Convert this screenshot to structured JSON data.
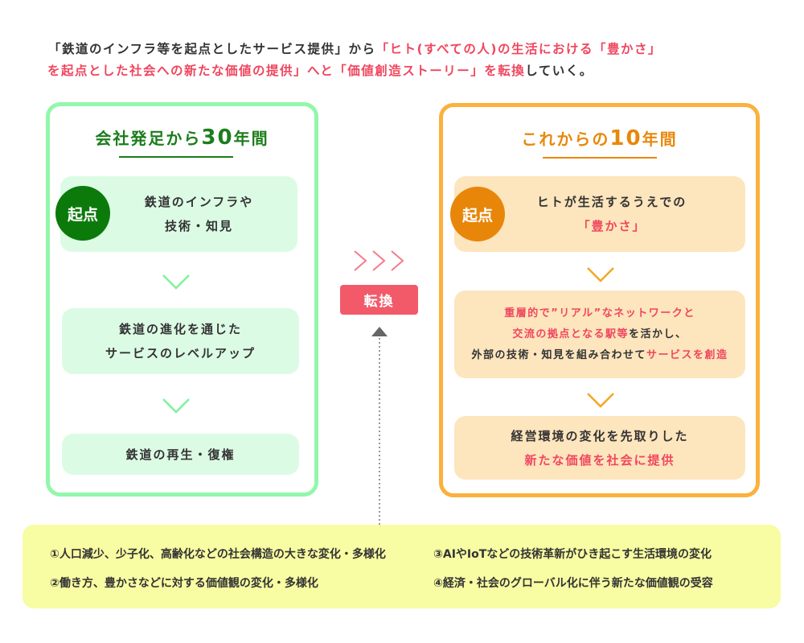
{
  "intro": {
    "line1_a": "「鉄道のインフラ等を起点としたサービス提供」から",
    "line1_b": "「ヒト(すべての人)の生活における「豊かさ」",
    "line2_a": "を起点とした社会への新たな価値の提供」へと「価値創造ストーリー」を転換",
    "line2_b": "していく。"
  },
  "left_panel": {
    "title_a": "会社発足から",
    "title_num": "30",
    "title_b": "年間",
    "badge": "起点",
    "box1": [
      "鉄道のインフラや",
      "技術・知見"
    ],
    "box2": [
      "鉄道の進化を通じた",
      "サービスのレベルアップ"
    ],
    "box3": "鉄道の再生・復権"
  },
  "center": {
    "convert_label": "転換"
  },
  "right_panel": {
    "title_a": "これからの",
    "title_num": "10",
    "title_b": "年間",
    "badge": "起点",
    "box1": [
      "ヒトが生活するうえでの",
      "「豊かさ」"
    ],
    "box2": {
      "line1": "重層的で”リアル”なネットワークと",
      "line2_a": "交流の拠点となる駅等",
      "line2_b": "を活かし、",
      "line3_a": "外部の技術・知見を組み合わせて",
      "line3_b": "サービスを創造"
    },
    "box3": [
      "経営環境の変化を先取りした",
      "新たな価値を社会に提供"
    ]
  },
  "factors": [
    "①人口減少、少子化、高齢化などの社会構造の大きな変化・多様化",
    "②働き方、豊かさなどに対する価値観の変化・多様化",
    "③AIやIoTなどの技術革新がひき起こす生活環境の変化",
    "④経済・社会のグローバル化に伴う新たな価値観の受容"
  ],
  "colors": {
    "green": "#1b7d1b",
    "orange": "#e8880a",
    "red": "#f0465e",
    "yellow": "#f8fca2"
  }
}
